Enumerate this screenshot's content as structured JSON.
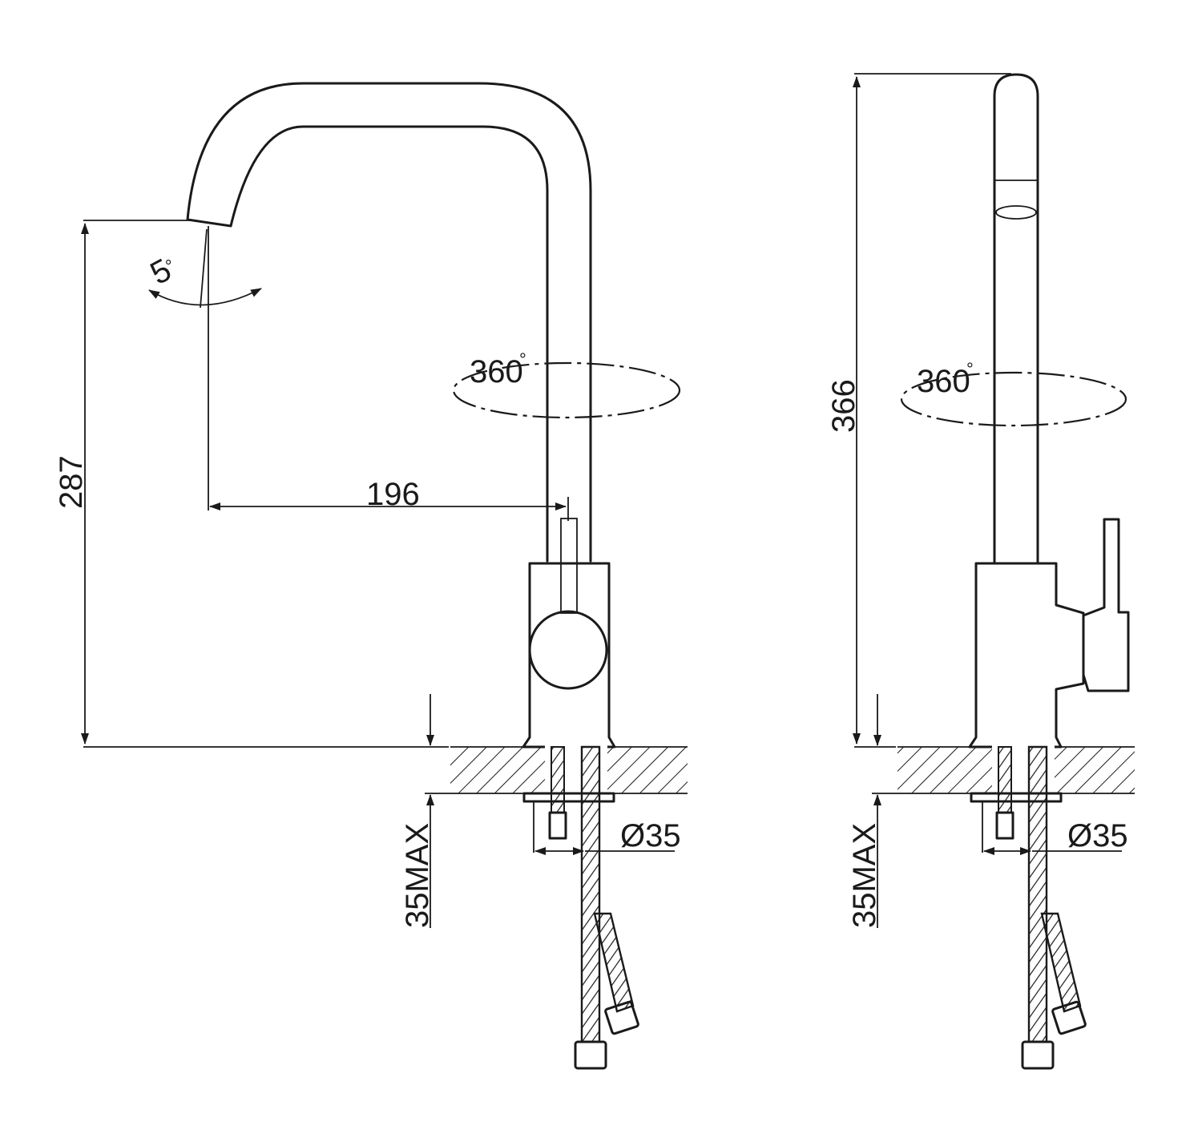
{
  "front_view": {
    "rotation_label": "360",
    "rotation_unit": "°",
    "tilt_label": "5",
    "tilt_unit": "°",
    "height_label": "287",
    "reach_label": "196",
    "deck_max_label": "35MAX",
    "hole_diameter_label": "Ø35"
  },
  "side_view": {
    "rotation_label": "360",
    "rotation_unit": "°",
    "height_label": "366",
    "deck_max_label": "35MAX",
    "hole_diameter_label": "Ø35"
  },
  "colors": {
    "line": "#1a1a1a",
    "background": "#ffffff"
  }
}
